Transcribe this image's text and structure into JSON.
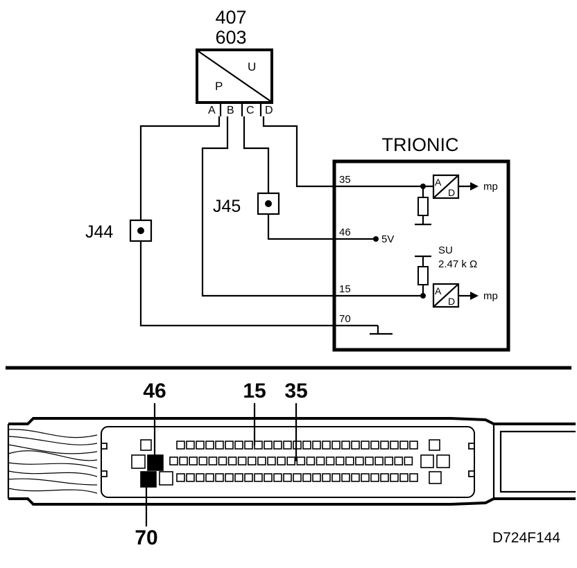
{
  "sensor": {
    "label_top": "407",
    "label_bottom": "603",
    "symbol_in": "P",
    "symbol_out": "U",
    "pins": [
      "A",
      "B",
      "C",
      "D"
    ]
  },
  "ecu": {
    "name": "TRIONIC"
  },
  "junctions": {
    "j44": "J44",
    "j45": "J45"
  },
  "ecu_pins": {
    "p35": "35",
    "p46": "46",
    "p15": "15",
    "p70": "70"
  },
  "adc": {
    "a": "A",
    "d": "D",
    "out1": "mp",
    "out2": "mp"
  },
  "supply": {
    "label": "5V"
  },
  "pullup": {
    "label1": "SU",
    "label2": "2.47 k Ω"
  },
  "connector_callouts": {
    "c46": "46",
    "c15": "15",
    "c35": "35",
    "c70": "70"
  },
  "figure_id": "D724F144",
  "colors": {
    "line": "#000000",
    "background": "#ffffff"
  }
}
